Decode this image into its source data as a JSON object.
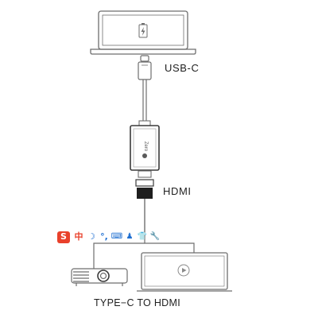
{
  "labels": {
    "usb_c": "USB-C",
    "hdmi": "HDMI",
    "caption": "TYPE−C TO HDMI"
  },
  "adapter": {
    "brand_text": "Zero"
  },
  "ime_toolbar": {
    "logo": "S",
    "language": "中",
    "items": [
      {
        "name": "moon-icon",
        "glyph": "☽"
      },
      {
        "name": "punctuation-icon",
        "glyph": "°,"
      },
      {
        "name": "keyboard-icon",
        "glyph": "⌨"
      },
      {
        "name": "microphone-icon",
        "glyph": "♟"
      },
      {
        "name": "tshirt-skin-icon",
        "glyph": "👕"
      },
      {
        "name": "wrench-tools-icon",
        "glyph": "🔧"
      }
    ]
  },
  "colors": {
    "line": "#6e6e6e",
    "ime_logo": "#e9412b",
    "ime_icons": "#1f6fd1"
  },
  "icons": [
    "battery-charging-icon",
    "play-icon",
    "projector-icon",
    "monitor-icon",
    "laptop-icon"
  ]
}
